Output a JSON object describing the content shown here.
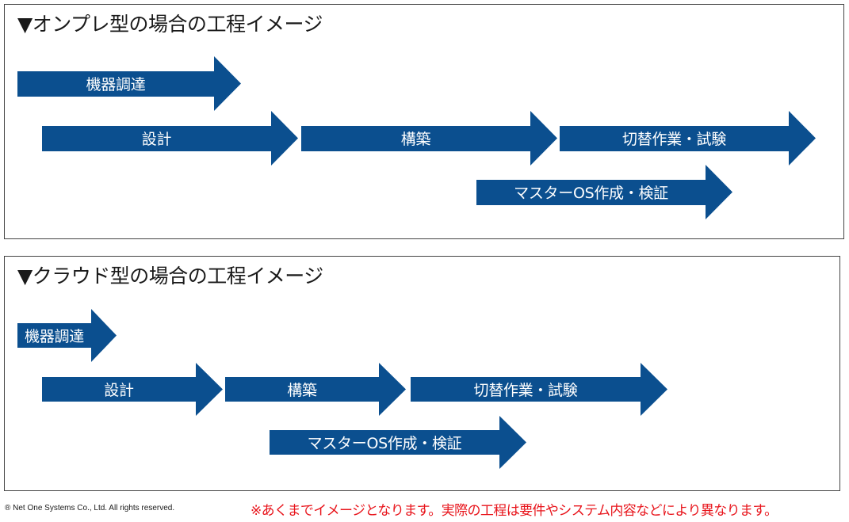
{
  "colors": {
    "arrow_fill": "#0b4f8f",
    "arrow_text": "#ffffff",
    "note_text": "#e8141b"
  },
  "onprem": {
    "title": "▼オンプレ型の場合の工程イメージ",
    "arrows": {
      "procurement": "機器調達",
      "design": "設計",
      "build": "構築",
      "cutover": "切替作業・試験",
      "master_os": "マスターOS作成・検証"
    }
  },
  "cloud": {
    "title": "▼クラウド型の場合の工程イメージ",
    "arrows": {
      "procurement": "機器調達",
      "design": "設計",
      "build": "構築",
      "cutover": "切替作業・試験",
      "master_os": "マスターOS作成・検証"
    }
  },
  "footer": {
    "copyright": "® Net One Systems Co., Ltd. All rights reserved.",
    "note": "※あくまでイメージとなります。実際の工程は要件やシステム内容などにより異なります。"
  }
}
